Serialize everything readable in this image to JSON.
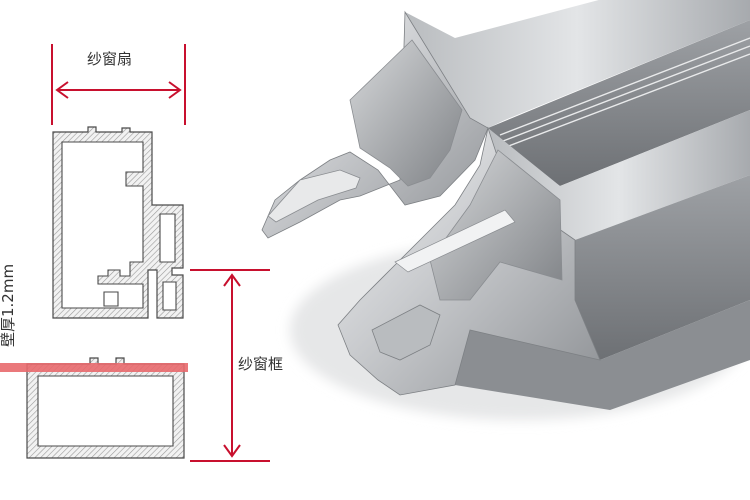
{
  "labels": {
    "sash": "纱窗扇",
    "frame": "纱窗框",
    "wall_thickness": "壁厚1.2mm"
  },
  "colors": {
    "dimension_red": "#c8102e",
    "highlight_band": "#e8696d",
    "profile_outline": "#4a4a4a",
    "hatch": "#9a9a9a",
    "text": "#333333"
  }
}
